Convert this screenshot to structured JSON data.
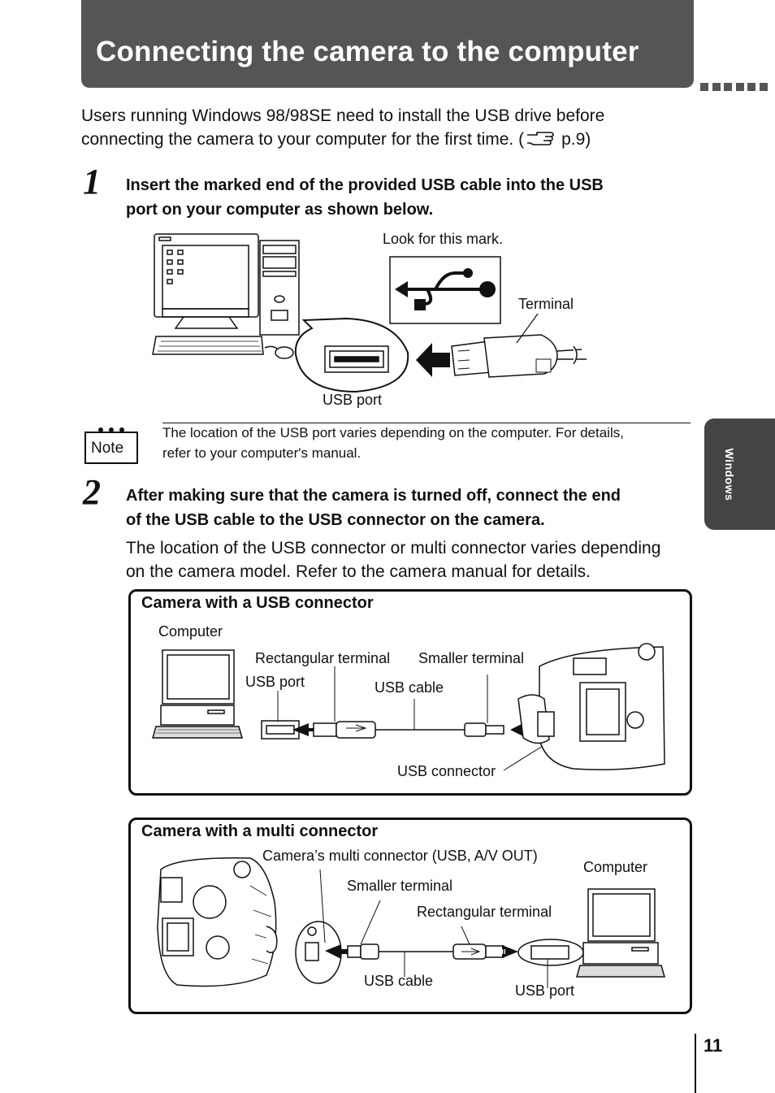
{
  "header": {
    "title": "Connecting the camera to the computer"
  },
  "intro": {
    "line1": "Users running Windows 98/98SE need to install the USB drive before",
    "line2": "connecting the camera to your computer for the first time. (",
    "ref": "p.9)"
  },
  "step1": {
    "number": "1",
    "line1": "Insert the marked end of the provided USB cable into the USB",
    "line2": "port on your computer as shown below.",
    "look_label": "Look for this mark.",
    "terminal_label": "Terminal",
    "usb_port_label": "USB port"
  },
  "note": {
    "icon_label": "Note",
    "line1": "The location of the USB port varies depending on the computer. For details,",
    "line2": "refer to your computer's manual."
  },
  "step2": {
    "number": "2",
    "line1": "After making sure that the camera is turned off, connect the end",
    "line2": "of the USB cable to the USB connector on the camera.",
    "body1": "The location of the USB connector or multi connector varies depending",
    "body2": "on the camera model. Refer to the camera manual for details."
  },
  "box1": {
    "title": "Camera with a USB connector",
    "computer": "Computer",
    "rect_terminal": "Rectangular terminal",
    "smaller_terminal": "Smaller terminal",
    "usb_port": "USB port",
    "usb_cable": "USB cable",
    "usb_connector": "USB connector"
  },
  "box2": {
    "title": "Camera with a multi connector",
    "multi_connector": "Camera’s multi connector (USB, A/V OUT)",
    "computer": "Computer",
    "smaller_terminal": "Smaller terminal",
    "rect_terminal": "Rectangular terminal",
    "usb_cable": "USB cable",
    "usb_port": "USB port"
  },
  "side_tab": {
    "label": "Windows"
  },
  "page_number": "11"
}
